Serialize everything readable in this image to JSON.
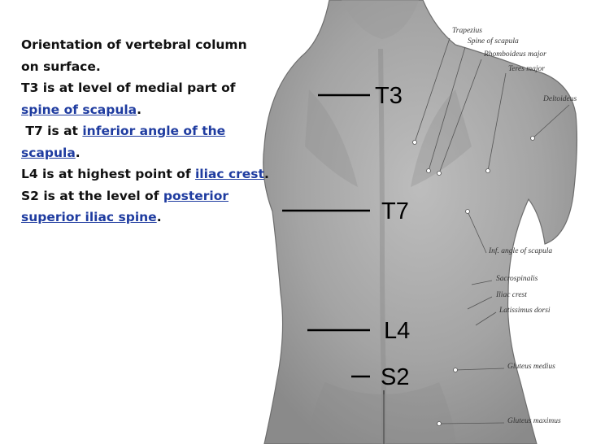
{
  "caption": {
    "line1": "Orientation of vertebral column",
    "line2": "on surface.",
    "t3_prefix": "T3 is at level of medial part of",
    "t3_link": "spine of scapula",
    "t3_suffix": ".",
    "t7_prefix": " T7 is at ",
    "t7_link_a": "inferior angle of the",
    "t7_link_b": "scapula",
    "t7_suffix": ".",
    "l4_prefix": "L4 is at highest point of ",
    "l4_link": "iliac crest",
    "l4_suffix": ".",
    "s2_prefix": "S2 is at the level of ",
    "s2_link_a": "posterior",
    "s2_link_b": "superior iliac spine",
    "s2_suffix": "."
  },
  "levels": {
    "t3": "T3",
    "t7": "T7",
    "l4": "L4",
    "s2": "S2"
  },
  "anatomy_labels": {
    "trapezius": "Trapezius",
    "spine_scapula": "Spine of scapula",
    "rhomboideus": "Rhomboideus major",
    "teres": "Teres major",
    "deltoideus": "Deltoideus",
    "inf_angle": "Inf. angle of scapula",
    "sacrospinalis": "Sacrospinalis",
    "iliac_crest": "Iliac crest",
    "latissimus": "Latissimus dorsi",
    "gluteus_medius": "Gluteus medius",
    "gluteus_maximus": "Gluteus maximus"
  },
  "colors": {
    "link": "#1f3ca0",
    "skin": "#a6a6a6",
    "text": "#111111"
  }
}
